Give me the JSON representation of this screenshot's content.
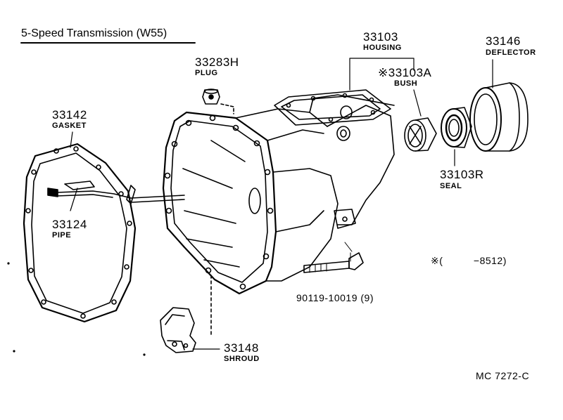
{
  "title": "5-Speed Transmission (W55)",
  "parts": {
    "housing": {
      "number": "33103",
      "name": "HOUSING"
    },
    "bush": {
      "number": "※33103A",
      "name": "BUSH"
    },
    "deflector": {
      "number": "33146",
      "name": "DEFLECTOR"
    },
    "plug": {
      "number": "33283H",
      "name": "PLUG"
    },
    "gasket": {
      "number": "33142",
      "name": "GASKET"
    },
    "seal": {
      "number": "33103R",
      "name": "SEAL"
    },
    "pipe": {
      "number": "33124",
      "name": "PIPE"
    },
    "bolt": {
      "number": "90119-10019 (9)"
    },
    "shroud": {
      "number": "33148",
      "name": "SHROUD"
    }
  },
  "note": "※(　　　−8512)",
  "diagram_code": "MC  7272-C",
  "colors": {
    "ink": "#000000",
    "paper": "#ffffff"
  }
}
